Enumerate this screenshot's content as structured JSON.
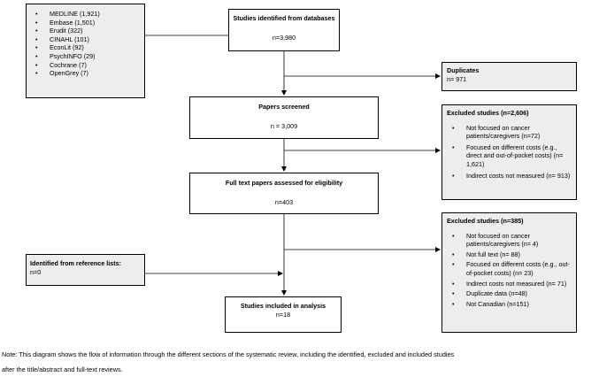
{
  "sources": {
    "items": [
      "MEDLINE (1,921)",
      "Embase (1,501)",
      "Erudit (322)",
      "CINAHL (101)",
      "EconLit (92)",
      "PsychINFO (29)",
      "Cochrane (7)",
      "OpenGrey (7)"
    ]
  },
  "identified": {
    "title": "Studies identified from databases",
    "count": "n=3,980"
  },
  "duplicates": {
    "title": "Duplicates",
    "count": "n= 971"
  },
  "screened": {
    "title": "Papers screened",
    "count": "n = 3,009"
  },
  "excluded1": {
    "title": "Excluded studies (n=2,606)",
    "items": [
      "Not focused on cancer patients/caregivers (n=72)",
      "Focused on different costs (e.g., direct and out-of-pocket costs) (n= 1,621)",
      "Indirect costs not measured (n= 913)"
    ]
  },
  "fulltext": {
    "title": "Full text papers assessed for eligibility",
    "count": "n=403"
  },
  "excluded2": {
    "title": "Excluded studies (n=385)",
    "items": [
      "Not focused on cancer patients/caregivers (n= 4)",
      "Not full text (n= 88)",
      "Focused on different costs (e.g., out-of-pocket costs) (n= 23)",
      "Indirect costs not measured (n= 71)",
      "Duplicate data (n=48)",
      "Not Canadian (n=151)"
    ]
  },
  "reference": {
    "title": "Identified from reference lists:",
    "count": "n=0"
  },
  "included": {
    "title": "Studies included in analysis",
    "count": "n=18"
  },
  "note": {
    "line1": "Note: This diagram shows the flow of information through the different sections of the systematic review, including the identified, excluded and included studies",
    "line2": "after the title/abstract and full-text reviews."
  }
}
